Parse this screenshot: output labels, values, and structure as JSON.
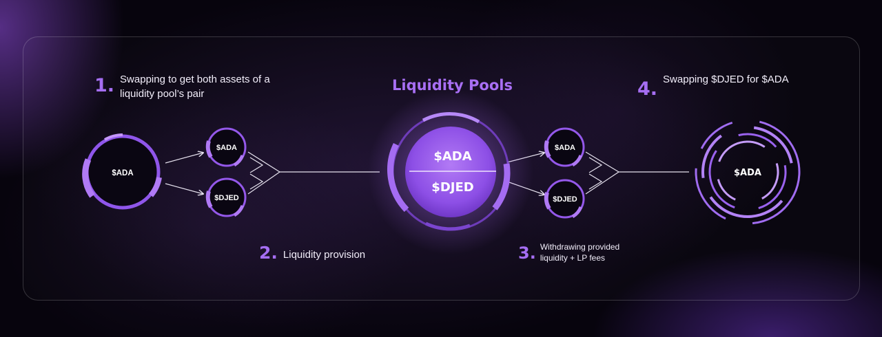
{
  "title": "Liquidity Pools",
  "steps": [
    {
      "number": "1.",
      "text": "Swapping to get both assets of a liquidity pool’s pair"
    },
    {
      "number": "2.",
      "text": "Liquidity provision"
    },
    {
      "number": "3.",
      "text": "Withdrawing provided liquidity + LP fees"
    },
    {
      "number": "4.",
      "text": "Swapping $DJED for $ADA"
    }
  ],
  "tokens": {
    "source": "$ADA",
    "split_top_left": "$ADA",
    "split_bottom_left": "$DJED",
    "pool_top": "$ADA",
    "pool_bottom": "$DJED",
    "split_top_right": "$ADA",
    "split_bottom_right": "$DJED",
    "result": "$ADA"
  },
  "colors": {
    "accent": "#a56ef2",
    "ring": "#9d63f0",
    "background": "#07040d"
  }
}
